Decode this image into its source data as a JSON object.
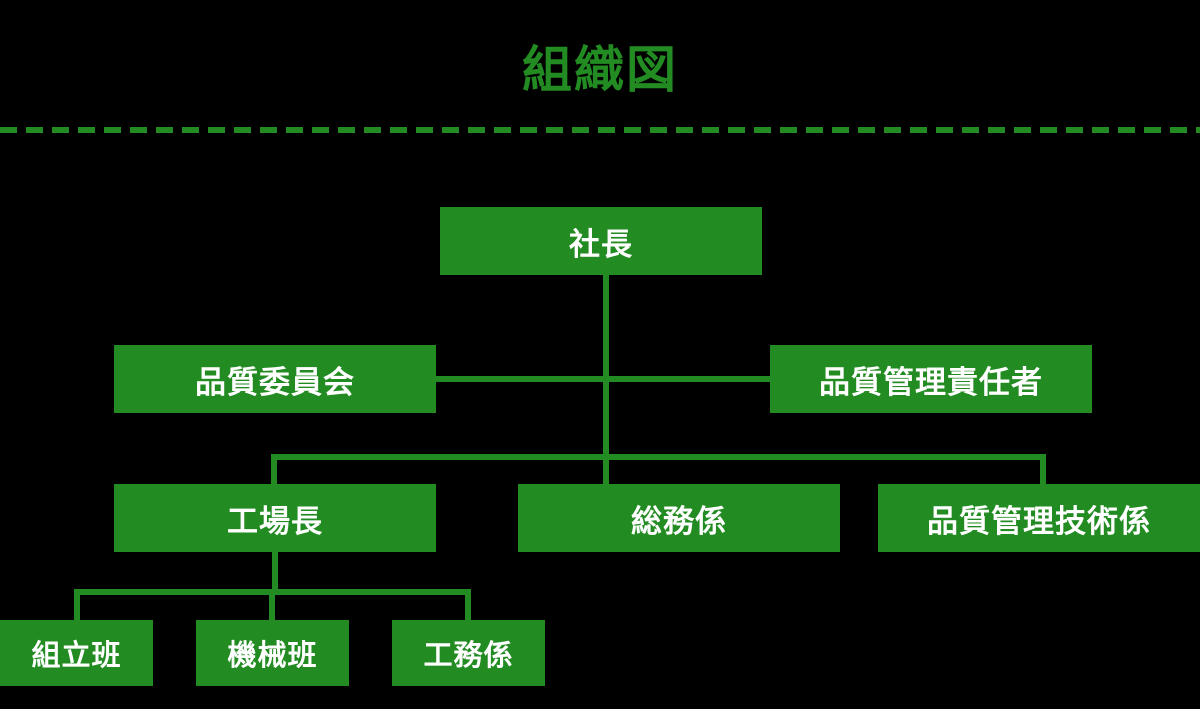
{
  "header": {
    "title": "組織図",
    "divider_color": "#228B22"
  },
  "theme": {
    "background": "#000000",
    "node_fill": "#228B22",
    "node_text": "#ffffff",
    "line_color": "#228B22"
  },
  "chart": {
    "type": "org-chart",
    "nodes": [
      {
        "id": "president",
        "label": "社長",
        "level": 1
      },
      {
        "id": "quality-committee",
        "label": "品質委員会",
        "level": 2
      },
      {
        "id": "quality-manager",
        "label": "品質管理責任者",
        "level": 2
      },
      {
        "id": "factory-manager",
        "label": "工場長",
        "level": 3
      },
      {
        "id": "general-affairs",
        "label": "総務係",
        "level": 3
      },
      {
        "id": "qc-engineering",
        "label": "品質管理技術係",
        "level": 3
      },
      {
        "id": "assembly",
        "label": "組立班",
        "level": 4
      },
      {
        "id": "machine",
        "label": "機械班",
        "level": 4
      },
      {
        "id": "works",
        "label": "工務係",
        "level": 4
      }
    ],
    "edges": [
      {
        "from": "president",
        "to": "quality-committee"
      },
      {
        "from": "president",
        "to": "quality-manager"
      },
      {
        "from": "president",
        "to": "factory-manager"
      },
      {
        "from": "president",
        "to": "general-affairs"
      },
      {
        "from": "president",
        "to": "qc-engineering"
      },
      {
        "from": "factory-manager",
        "to": "assembly"
      },
      {
        "from": "factory-manager",
        "to": "machine"
      },
      {
        "from": "factory-manager",
        "to": "works"
      }
    ]
  }
}
